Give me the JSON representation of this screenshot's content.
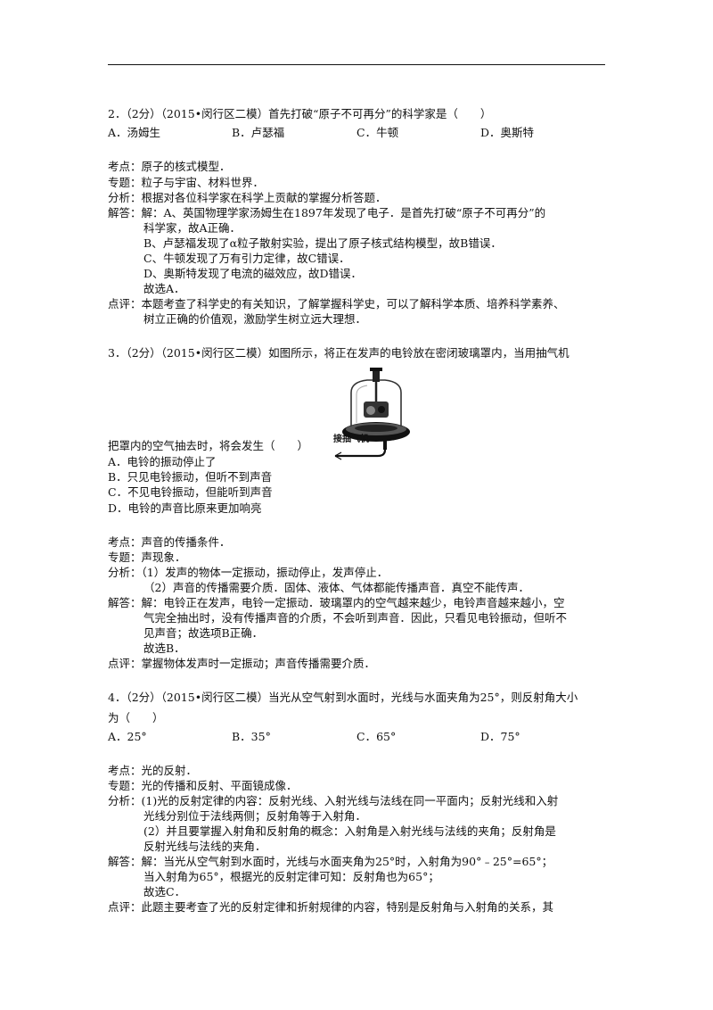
{
  "q2": {
    "stem": "2．（2分）（2015•闵行区二模）首先打破“原子不可再分”的科学家是（　　）",
    "options": [
      "A．汤姆生",
      "B．卢瑟福",
      "C．牛顿",
      "D．奥斯特"
    ],
    "analysis": [
      "考点：原子的核式模型．",
      "专题：粒子与宇宙、材料世界．",
      "分析：根据对各位科学家在科学上贡献的掌握分析答题．",
      "解答：解：A、英国物理学家汤姆生在1897年发现了电子．是首先打破“原子不可再分”的",
      "科学家，故A正确．",
      "B、卢瑟福发现了α粒子散射实验，提出了原子核式结构模型，故B错误．",
      "C、牛顿发现了万有引力定律，故C错误．",
      "D、奥斯特发现了电流的磁效应，故D错误．",
      "故选A．",
      "点评：本题考查了科学史的有关知识，了解掌握科学史，可以了解科学本质、培养科学素养、",
      "树立正确的价值观，激励学生树立远大理想．"
    ]
  },
  "q3": {
    "stem_line1": "3．（2分）（2015•闵行区二模）如图所示，将正在发声的电铃放在密闭玻璃罩内，当用抽气机",
    "stem_line2": "把罩内的空气抽去时，将会发生（　　）",
    "figure_label": "接抽气机",
    "options": [
      "A．电铃的振动停止了",
      "B．只见电铃振动，但听不到声音",
      "C．不见电铃振动，但能听到声音",
      "D．电铃的声音比原来更加响亮"
    ],
    "analysis": [
      "考点：声音的传播条件．",
      "专题：声现象．",
      "分析：（1）发声的物体一定振动，振动停止，发声停止．",
      "（2）声音的传播需要介质．固体、液体、气体都能传播声音．真空不能传声．",
      "解答：解：电铃正在发声，电铃一定振动．玻璃罩内的空气越来越少，电铃声音越来越小，空",
      "气完全抽出时，没有传播声音的介质，不会听到声音．因此，只看见电铃振动，但听不",
      "见声音；故选项B正确．",
      "故选B．",
      "点评：掌握物体发声时一定振动；声音传播需要介质．"
    ]
  },
  "q4": {
    "stem_line1": "4．（2分）（2015•闵行区二模）当光从空气射到水面时，光线与水面夹角为25°，则反射角大小",
    "stem_line2": "为（　　）",
    "options": [
      "A．25°",
      "B．35°",
      "C．65°",
      "D．75°"
    ],
    "analysis": [
      "考点：光的反射．",
      "专题：光的传播和反射、平面镜成像．",
      "分析：(1)光的反射定律的内容：反射光线、入射光线与法线在同一平面内；反射光线和入射",
      "光线分别位于法线两侧；反射角等于入射角．",
      "(2）并且要掌握入射角和反射角的概念：入射角是入射光线与法线的夹角；反射角是",
      "反射光线与法线的夹角．",
      "解答：解：当光从空气射到水面时，光线与水面夹角为25°时，入射角为90°﹣25°=65°；",
      "当入射角为65°，根据光的反射定律可知：反射角也为65°；",
      "故选C．",
      "点评：此题主要考查了光的反射定律和折射规律的内容，特别是反射角与入射角的关系，其"
    ]
  }
}
